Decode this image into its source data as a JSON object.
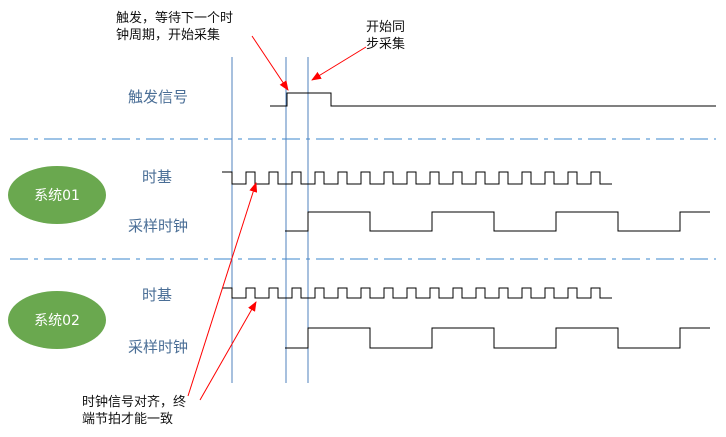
{
  "annotations": {
    "trigger_line1": "触发，等待下一个时",
    "trigger_line2": "钟周期，开始采集",
    "sync_line1": "开始同",
    "sync_line2": "步采集",
    "align_line1": "时钟信号对齐，终",
    "align_line2": "端节拍才能一致"
  },
  "signals": {
    "trigger": "触发信号",
    "timebase": "时基",
    "sample_clock": "采样时钟"
  },
  "systems": [
    {
      "name": "系统01"
    },
    {
      "name": "系统02"
    }
  ],
  "colors": {
    "label_blue": "#4a6e96",
    "separator": "#9dc3e6",
    "vertical_marker": "#4f81bd",
    "system_ellipse": "#6aa84f",
    "arrow": "#ff0000",
    "waveform": "#000000"
  }
}
